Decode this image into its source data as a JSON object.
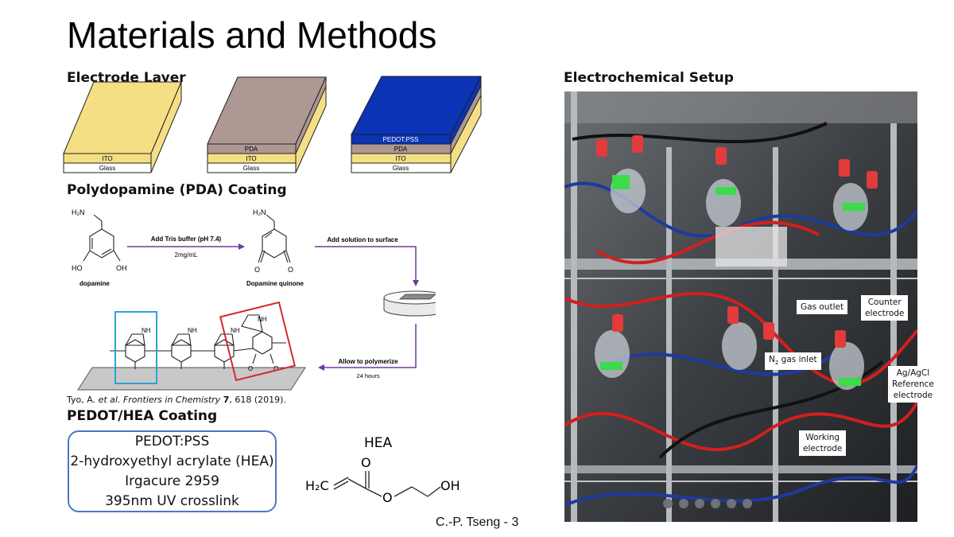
{
  "slide": {
    "title": "Materials and Methods",
    "footer": "C.-P. Tseng - 3"
  },
  "electrode_layer": {
    "heading": "Electrode Layer",
    "stack1": {
      "layers": [
        "ITO",
        "Glass"
      ]
    },
    "stack2": {
      "layers": [
        "PDA",
        "ITO",
        "Glass"
      ]
    },
    "stack3": {
      "layers": [
        "PEDOT:PSS",
        "PDA",
        "ITO",
        "Glass"
      ]
    },
    "colors": {
      "ito": "#f5df85",
      "pda": "#ae9894",
      "pedot": "#0a33b5",
      "glass": "#ffffff"
    }
  },
  "pda_coating": {
    "heading": "Polydopamine (PDA) Coating",
    "dopamine_label": "dopamine",
    "quinone_label": "Dopamine quinone",
    "step1_label": "Add Tris buffer (pH 7.4)",
    "step1_sub": "2mg/mL",
    "step2_label": "Add solution to surface",
    "step3_label": "Allow to polymerize",
    "step3_sub": "24 hours",
    "atoms": {
      "h2n": "H₂N",
      "ho": "HO",
      "oh": "OH",
      "o": "O",
      "nh": "NH"
    },
    "reference": {
      "authors": "Tyo, A. ",
      "etal": "et al.",
      "journal": " Frontiers in Chemistry ",
      "volume": "7",
      "rest": ", 618 (2019)."
    }
  },
  "pedot_coating": {
    "heading": "PEDOT/HEA Coating",
    "box_lines": [
      "PEDOT:PSS",
      "2-hydroxyethyl acrylate (HEA)",
      "Irgacure 2959",
      "395nm UV crosslink"
    ],
    "hea_label": "HEA",
    "hea_atoms": {
      "h2c": "H₂C",
      "o_top": "O",
      "o_mid": "O",
      "oh": "OH"
    }
  },
  "setup": {
    "heading": "Electrochemical Setup",
    "callouts": {
      "gas_outlet": "Gas outlet",
      "counter": [
        "Counter",
        "electrode"
      ],
      "n2_inlet_main": "N",
      "n2_inlet_sub": "2",
      "n2_inlet_rest": " gas inlet",
      "reference": [
        "Ag/AgCl",
        "Reference",
        "electrode"
      ],
      "working": [
        "Working",
        "electrode"
      ]
    }
  }
}
